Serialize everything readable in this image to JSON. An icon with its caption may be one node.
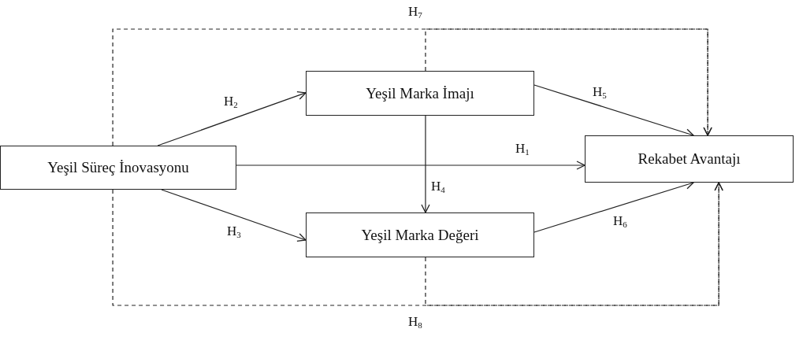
{
  "diagram": {
    "nodes": [
      {
        "text": [
          "Yeşil Süreç İnovasyonu"
        ]
      },
      {
        "text": [
          "Yeşil Marka İmajı"
        ]
      },
      {
        "text": [
          "Yeşil Marka Değeri"
        ]
      },
      {
        "text": [
          "Rekabet Avantajı"
        ]
      }
    ],
    "edges": [
      {
        "from": 0,
        "to": 1,
        "arrow": "to",
        "label": "H$_{2}$"
      },
      {
        "from": 0,
        "to": 2,
        "arrow": "to",
        "label": "H$_{3}$"
      },
      {
        "from": 0,
        "to": 3,
        "arrow": "to",
        "label": "H$_{1}$"
      },
      {
        "from": 1,
        "to": 2,
        "arrow": "to",
        "label": "H$_{4}$"
      },
      {
        "from": 1,
        "to": 3,
        "arrow": "to",
        "label": "H$_{5}$"
      },
      {
        "from": 2,
        "to": 3,
        "arrow": "to",
        "label": "H$_{6}$"
      },
      {
        "from": 0,
        "to": 3,
        "arrow": "to",
        "style": "dashed",
        "label": "H$_{7}$"
      },
      {
        "from": 1,
        "to": 3,
        "arrow": "to",
        "style": "dashed"
      },
      {
        "from": 0,
        "to": 3,
        "arrow": "to",
        "style": "dashed",
        "label": "H$_{8}$"
      },
      {
        "from": 2,
        "to": 3,
        "arrow": "to",
        "style": "dashed"
      }
    ]
  }
}
